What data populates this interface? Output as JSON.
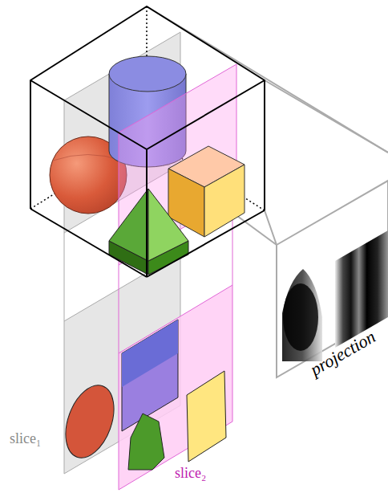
{
  "diagram": {
    "labels": [
      "slice₁",
      "slice₂",
      "projection"
    ]
  }
}
